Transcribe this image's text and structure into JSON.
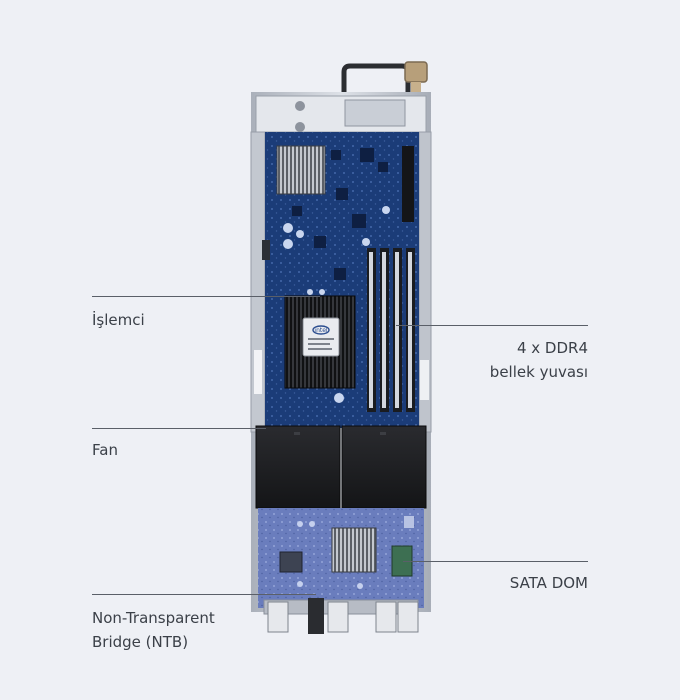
{
  "callouts": {
    "cpu": "İşlemci",
    "memory_line1": "4 x DDR4",
    "memory_line2": "bellek yuvası",
    "fan": "Fan",
    "sata": "SATA DOM",
    "ntb_line1": "Non-Transparent",
    "ntb_line2": "Bridge (NTB)"
  },
  "chip": {
    "brand": "intel"
  },
  "colors": {
    "background": "#eef0f5",
    "pcb_blue": "#1b3c78",
    "pcb_lower": "#6478b8",
    "chassis": "#cfd3da",
    "fan": "#1c1d20",
    "text": "#3b4048"
  }
}
